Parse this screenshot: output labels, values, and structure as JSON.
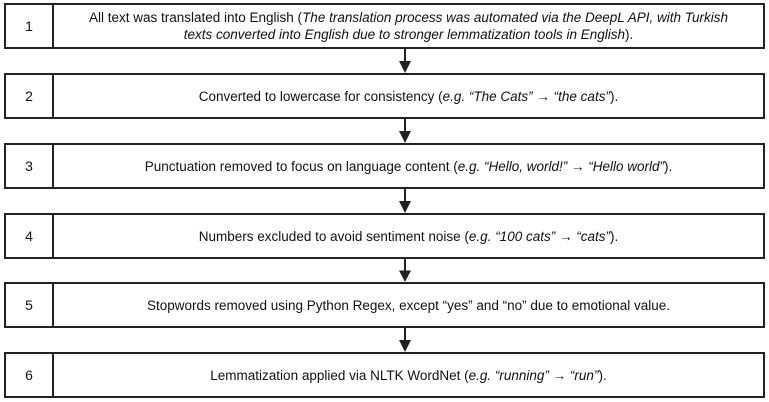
{
  "steps": [
    {
      "number": "1",
      "parts": [
        {
          "text": "All text was translated into English (",
          "italic": false
        },
        {
          "text": "The translation process was automated via the DeepL API, with Turkish texts converted into English due to stronger lemmatization tools in English",
          "italic": true
        },
        {
          "text": ").",
          "italic": false
        }
      ]
    },
    {
      "number": "2",
      "parts": [
        {
          "text": "Converted to lowercase for consistency (",
          "italic": false
        },
        {
          "text": "e.g. “The Cats” → “the cats”",
          "italic": true
        },
        {
          "text": ").",
          "italic": false
        }
      ]
    },
    {
      "number": "3",
      "parts": [
        {
          "text": "Punctuation removed to focus on language content (",
          "italic": false
        },
        {
          "text": "e.g. “Hello, world!” → “Hello world”",
          "italic": true
        },
        {
          "text": ").",
          "italic": false
        }
      ]
    },
    {
      "number": "4",
      "parts": [
        {
          "text": "Numbers excluded to avoid sentiment noise (",
          "italic": false
        },
        {
          "text": "e.g. “100 cats” → “cats”",
          "italic": true
        },
        {
          "text": ").",
          "italic": false
        }
      ]
    },
    {
      "number": "5",
      "parts": [
        {
          "text": "Stopwords removed using Python Regex, except “yes” and “no” due to emotional value.",
          "italic": false
        }
      ]
    },
    {
      "number": "6",
      "parts": [
        {
          "text": "Lemmatization applied via NLTK WordNet (",
          "italic": false
        },
        {
          "text": "e.g. “running” → “run”",
          "italic": true
        },
        {
          "text": ").",
          "italic": false
        }
      ]
    }
  ]
}
